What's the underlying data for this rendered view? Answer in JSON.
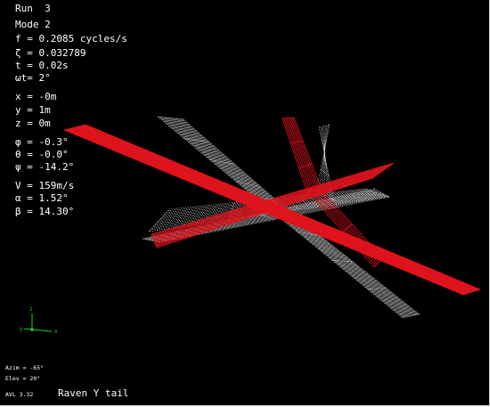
{
  "run": {
    "label": "Run  3"
  },
  "mode": {
    "label": "Mode 2"
  },
  "params": {
    "f": "f = 0.2085 cycles/s",
    "zeta": "ζ = 0.032789",
    "t": "t = 0.02s",
    "wt": "ωt= 2°"
  },
  "position": {
    "x": "x = -0m",
    "y": "y = 1m",
    "z": "z = 0m"
  },
  "attitude": {
    "phi": "φ = -0.3°",
    "theta": "θ = -0.0°",
    "psi": "ψ = -14.2°"
  },
  "flight": {
    "V": "V = 159m/s",
    "alpha": "α = 1.52°",
    "beta": "β = 14.30°"
  },
  "view": {
    "azimuth": "Azim = -65°",
    "elevation": "Elev = 20°"
  },
  "footer": {
    "version": "AVL 3.32",
    "case_title": "Raven Y tail"
  },
  "axes_triad": {
    "x": "x",
    "y": "y",
    "z": "z"
  },
  "colors": {
    "background": "#000000",
    "text": "#ffffff",
    "deformed_mesh": "#e0141e",
    "undeformed_mesh": "#ffffff",
    "triad": "#19d419"
  }
}
